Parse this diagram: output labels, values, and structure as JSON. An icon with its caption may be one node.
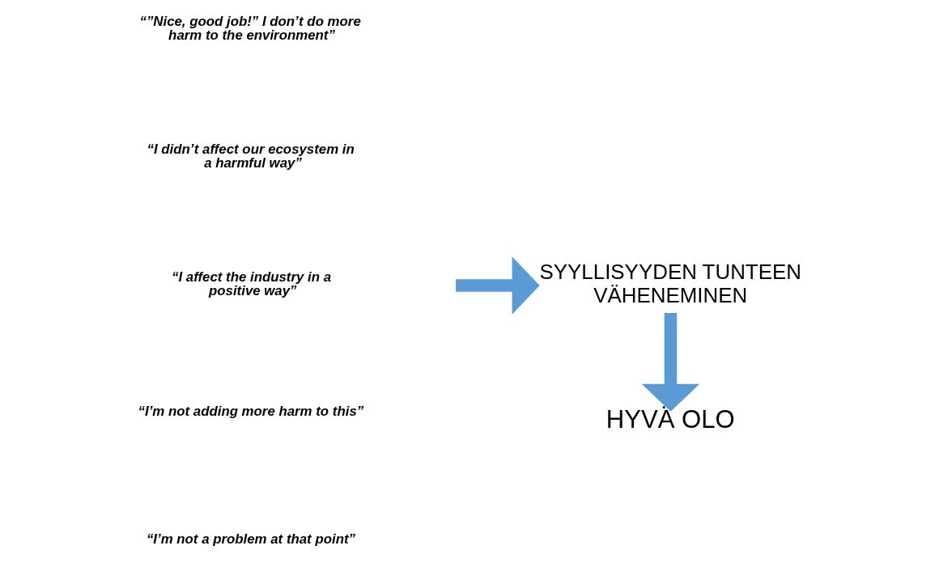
{
  "diagram": {
    "nodes": [
      {
        "text": [
          "SYYLLISYYDEN TUNTEEN VÄHENEMINEN"
        ]
      },
      {
        "text": [
          "HYVÄ OLO"
        ]
      }
    ],
    "edges": [
      {
        "from": null,
        "to": 0,
        "arrow": "to"
      },
      {
        "from": 0,
        "to": 1,
        "arrow": "to"
      }
    ],
    "labels": [
      "“”Nice, good job!” I don’t do more harm to the environment”",
      "“I didn’t affect our ecosystem in a harmful way”",
      "“I affect the industry in a positive way”",
      "“I’m not adding more harm to this”",
      "“I’m not a problem at that point”"
    ]
  }
}
